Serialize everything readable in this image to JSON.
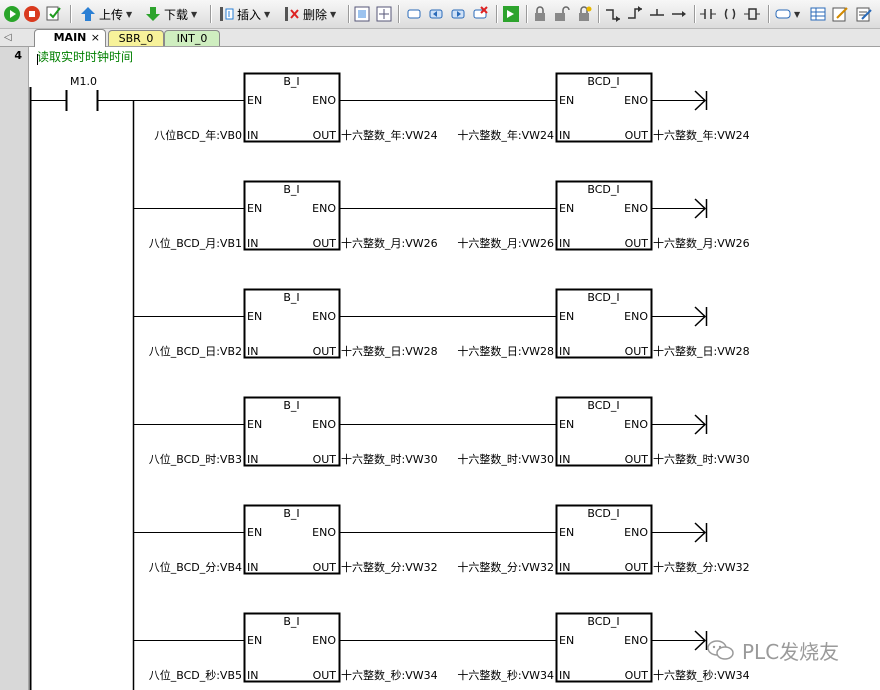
{
  "toolbar": {
    "upload_label": "上传",
    "download_label": "下载",
    "insert_label": "插入",
    "delete_label": "删除"
  },
  "tabs": [
    {
      "label": "MAIN",
      "active": true
    },
    {
      "label": "SBR_0",
      "active": false
    },
    {
      "label": "INT_0",
      "active": false
    }
  ],
  "network": {
    "number": "4",
    "comment": "读取实时时钟时间",
    "contact": "M1.0",
    "rungs": [
      {
        "b_i": {
          "title": "B_I",
          "en": "EN",
          "eno": "ENO",
          "in": "IN",
          "out": "OUT",
          "in_param": "八位BCD_年:VB0",
          "out_param": "十六整数_年:VW24"
        },
        "bcd_i": {
          "title": "BCD_I",
          "en": "EN",
          "eno": "ENO",
          "in": "IN",
          "out": "OUT",
          "in_param": "十六整数_年:VW24",
          "out_param": "十六整数_年:VW24"
        }
      },
      {
        "b_i": {
          "title": "B_I",
          "en": "EN",
          "eno": "ENO",
          "in": "IN",
          "out": "OUT",
          "in_param": "八位_BCD_月:VB1",
          "out_param": "十六整数_月:VW26"
        },
        "bcd_i": {
          "title": "BCD_I",
          "en": "EN",
          "eno": "ENO",
          "in": "IN",
          "out": "OUT",
          "in_param": "十六整数_月:VW26",
          "out_param": "十六整数_月:VW26"
        }
      },
      {
        "b_i": {
          "title": "B_I",
          "en": "EN",
          "eno": "ENO",
          "in": "IN",
          "out": "OUT",
          "in_param": "八位_BCD_日:VB2",
          "out_param": "十六整数_日:VW28"
        },
        "bcd_i": {
          "title": "BCD_I",
          "en": "EN",
          "eno": "ENO",
          "in": "IN",
          "out": "OUT",
          "in_param": "十六整数_日:VW28",
          "out_param": "十六整数_日:VW28"
        }
      },
      {
        "b_i": {
          "title": "B_I",
          "en": "EN",
          "eno": "ENO",
          "in": "IN",
          "out": "OUT",
          "in_param": "八位_BCD_时:VB3",
          "out_param": "十六整数_时:VW30"
        },
        "bcd_i": {
          "title": "BCD_I",
          "en": "EN",
          "eno": "ENO",
          "in": "IN",
          "out": "OUT",
          "in_param": "十六整数_时:VW30",
          "out_param": "十六整数_时:VW30"
        }
      },
      {
        "b_i": {
          "title": "B_I",
          "en": "EN",
          "eno": "ENO",
          "in": "IN",
          "out": "OUT",
          "in_param": "八位_BCD_分:VB4",
          "out_param": "十六整数_分:VW32"
        },
        "bcd_i": {
          "title": "BCD_I",
          "en": "EN",
          "eno": "ENO",
          "in": "IN",
          "out": "OUT",
          "in_param": "十六整数_分:VW32",
          "out_param": "十六整数_分:VW32"
        }
      },
      {
        "b_i": {
          "title": "B_I",
          "en": "EN",
          "eno": "ENO",
          "in": "IN",
          "out": "OUT",
          "in_param": "八位_BCD_秒:VB5",
          "out_param": "十六整数_秒:VW34"
        },
        "bcd_i": {
          "title": "BCD_I",
          "en": "EN",
          "eno": "ENO",
          "in": "IN",
          "out": "OUT",
          "in_param": "十六整数_秒:VW34",
          "out_param": "十六整数_秒:VW34"
        }
      }
    ]
  },
  "watermark": "PLC发烧友",
  "colors": {
    "comment": "#008000",
    "active_tab": "#ffffff",
    "subroutine_tab": "#f7f29a",
    "interrupt_tab": "#cfeec0",
    "wire": "#000000"
  }
}
